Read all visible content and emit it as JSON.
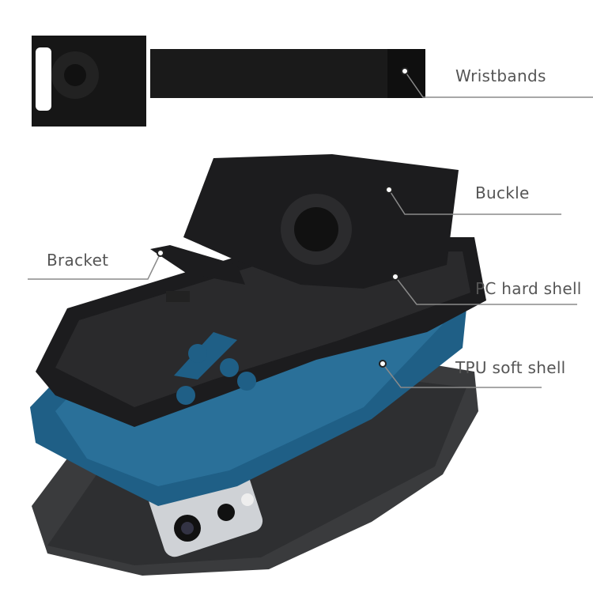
{
  "labels": {
    "wristbands": "Wristbands",
    "buckle": "Buckle",
    "bracket": "Bracket",
    "pc_hard_shell": "PC hard shell",
    "tpu_soft_shell": "TPU soft shell"
  },
  "colors": {
    "shell_black": "#1c1c1e",
    "tpu_blue": "#1f5f86",
    "phone_gray": "#3a3b3d",
    "leader_line": "#8a8a8a",
    "label_text": "#555555"
  }
}
